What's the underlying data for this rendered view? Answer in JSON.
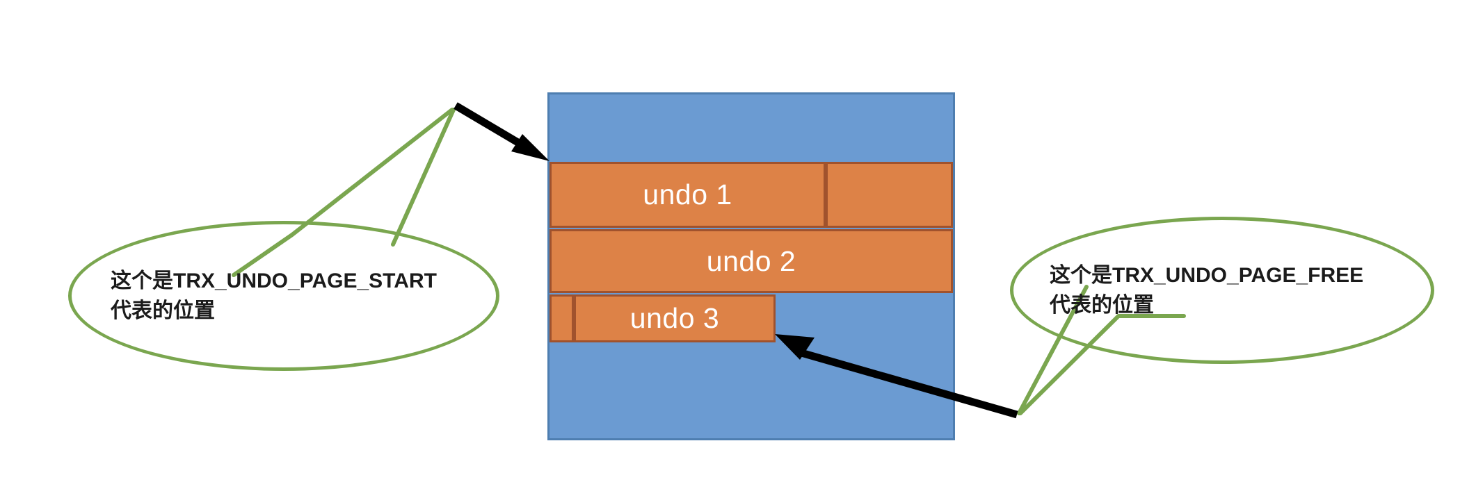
{
  "diagram": {
    "title": "InnoDB undo page layout",
    "colors": {
      "page_fill": "#6B9BD2",
      "page_border": "#4E7EB0",
      "undo_fill": "#DD8247",
      "undo_border": "#A0522D",
      "callout_border": "#7AA64F",
      "arrow": "#000000",
      "undo_label": "#FFFFFF",
      "callout_text": "#1B1B1B",
      "background": "#FFFFFF"
    }
  },
  "page": {
    "name": "undo-page",
    "rows": [
      {
        "id": "undo-1",
        "label": "undo 1",
        "has_trailing_cell": true,
        "trailing_label": ""
      },
      {
        "id": "undo-2",
        "label": "undo 2",
        "has_trailing_cell": false,
        "trailing_label": ""
      },
      {
        "id": "undo-3",
        "label": "undo 3",
        "has_leading_cell": true,
        "leading_label": ""
      }
    ]
  },
  "callouts": [
    {
      "id": "trx-undo-page-start",
      "line1": "这个是TRX_UNDO_PAGE_START",
      "line2": "代表的位置"
    },
    {
      "id": "trx-undo-page-free",
      "line1": "这个是TRX_UNDO_PAGE_FREE",
      "line2": "代表的位置"
    }
  ],
  "arrows": [
    {
      "id": "arrow-to-page-start",
      "from": "callout-start",
      "to": "undo-1-top-left"
    },
    {
      "id": "arrow-to-page-free",
      "from": "callout-free",
      "to": "undo-3-bottom-right"
    }
  ]
}
